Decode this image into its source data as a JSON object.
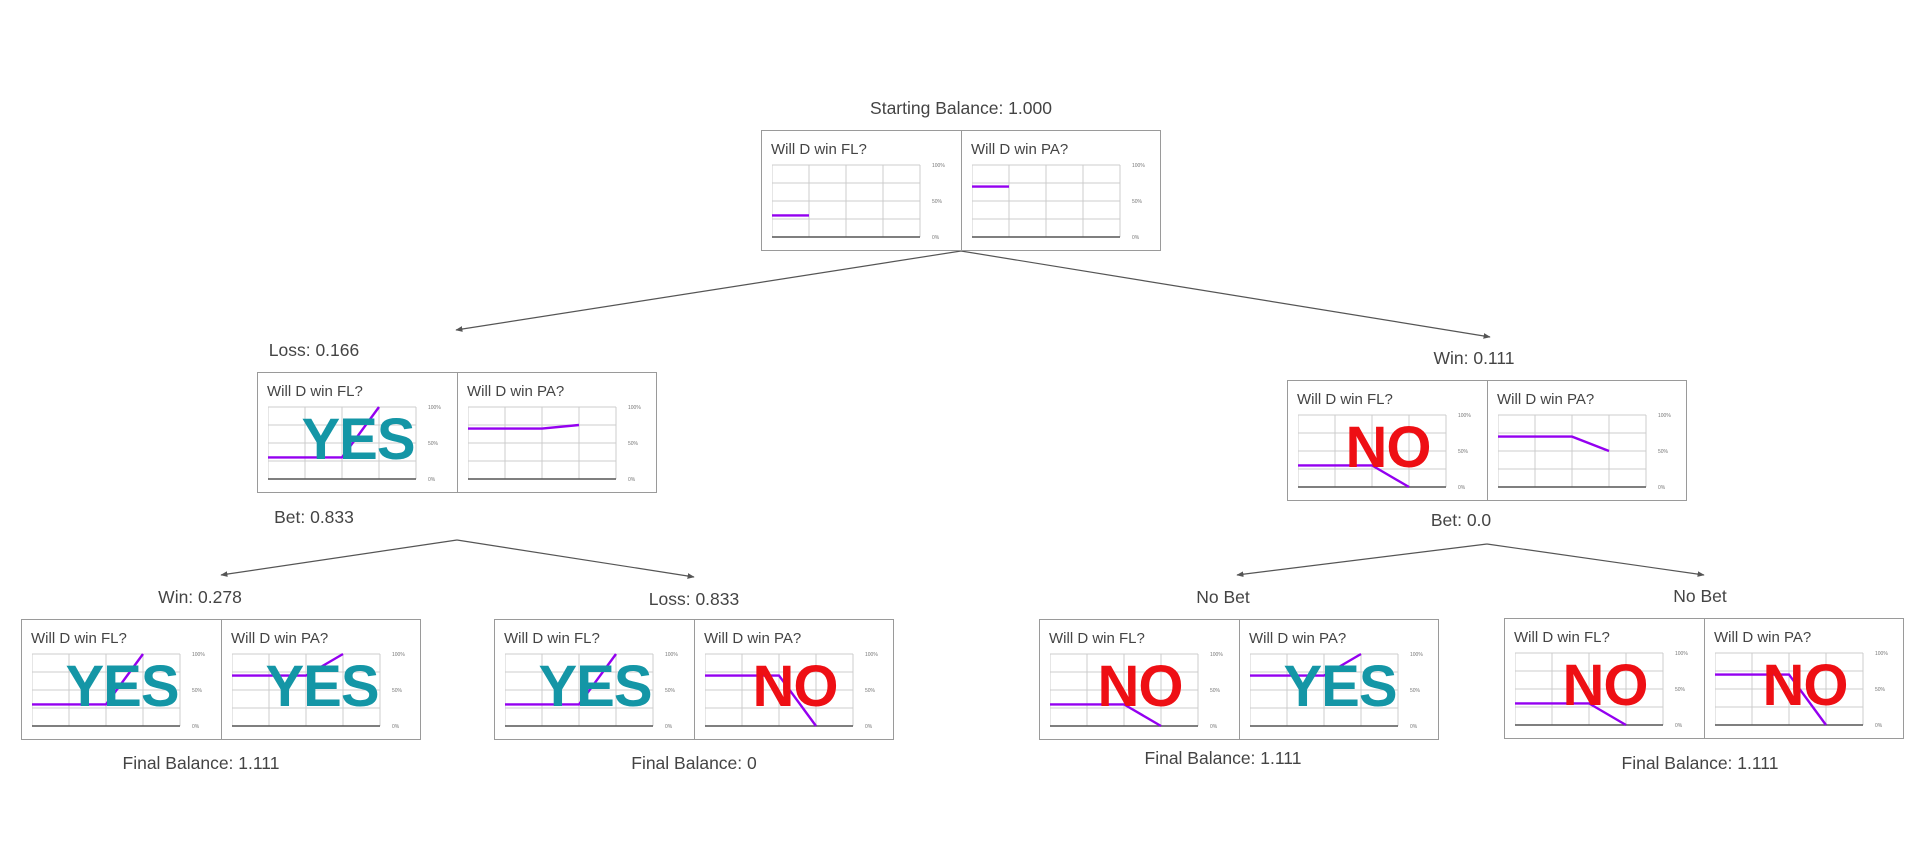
{
  "colors": {
    "line": "#9400f0",
    "grid": "#cccccc",
    "axis": "#555555",
    "yes": "#1496a6",
    "no": "#ee0f14",
    "edge": "#555555"
  },
  "tick_labels": [
    "100%",
    "50%",
    "0%"
  ],
  "nodes": [
    {
      "id": "root",
      "top_label": "Starting Balance: 1.000",
      "bottom_label": "",
      "markets": [
        {
          "title": "Will D win FL?",
          "outcome": "",
          "chart_data": {
            "type": "line",
            "x": [
              0,
              1,
              2
            ],
            "y": [
              0.3,
              0.3,
              null
            ],
            "ylim": [
              0,
              1
            ]
          }
        },
        {
          "title": "Will D win PA?",
          "outcome": "",
          "chart_data": {
            "type": "line",
            "x": [
              0,
              1,
              2
            ],
            "y": [
              0.7,
              0.7,
              null
            ],
            "ylim": [
              0,
              1
            ]
          }
        }
      ]
    },
    {
      "id": "left",
      "top_label": "Loss: 0.166",
      "bottom_label": "Bet: 0.833",
      "markets": [
        {
          "title": "Will D win FL?",
          "outcome": "YES",
          "chart_data": {
            "type": "line",
            "x": [
              0,
              1,
              2,
              3
            ],
            "y": [
              0.3,
              0.3,
              0.3,
              1.0
            ],
            "ylim": [
              0,
              1
            ]
          }
        },
        {
          "title": "Will D win PA?",
          "outcome": "",
          "chart_data": {
            "type": "line",
            "x": [
              0,
              1,
              2,
              3
            ],
            "y": [
              0.7,
              0.7,
              0.7,
              0.75
            ],
            "ylim": [
              0,
              1
            ]
          }
        }
      ]
    },
    {
      "id": "right",
      "top_label": "Win: 0.111",
      "bottom_label": "Bet: 0.0",
      "markets": [
        {
          "title": "Will D win FL?",
          "outcome": "NO",
          "chart_data": {
            "type": "line",
            "x": [
              0,
              1,
              2,
              3
            ],
            "y": [
              0.3,
              0.3,
              0.3,
              0.0
            ],
            "ylim": [
              0,
              1
            ]
          }
        },
        {
          "title": "Will D win PA?",
          "outcome": "",
          "chart_data": {
            "type": "line",
            "x": [
              0,
              1,
              2,
              3
            ],
            "y": [
              0.7,
              0.7,
              0.7,
              0.5
            ],
            "ylim": [
              0,
              1
            ]
          }
        }
      ]
    },
    {
      "id": "ll",
      "top_label": "Win: 0.278",
      "bottom_label": "Final Balance: 1.111",
      "markets": [
        {
          "title": "Will D win FL?",
          "outcome": "YES",
          "chart_data": {
            "type": "line",
            "x": [
              0,
              1,
              2,
              3
            ],
            "y": [
              0.3,
              0.3,
              0.3,
              1.0
            ],
            "ylim": [
              0,
              1
            ]
          }
        },
        {
          "title": "Will D win PA?",
          "outcome": "YES",
          "chart_data": {
            "type": "line",
            "x": [
              0,
              1,
              2,
              3
            ],
            "y": [
              0.7,
              0.7,
              0.7,
              1.0
            ],
            "ylim": [
              0,
              1
            ]
          }
        }
      ]
    },
    {
      "id": "lr",
      "top_label": "Loss: 0.833",
      "bottom_label": "Final Balance: 0",
      "markets": [
        {
          "title": "Will D win FL?",
          "outcome": "YES",
          "chart_data": {
            "type": "line",
            "x": [
              0,
              1,
              2,
              3
            ],
            "y": [
              0.3,
              0.3,
              0.3,
              1.0
            ],
            "ylim": [
              0,
              1
            ]
          }
        },
        {
          "title": "Will D win PA?",
          "outcome": "NO",
          "chart_data": {
            "type": "line",
            "x": [
              0,
              1,
              2,
              3
            ],
            "y": [
              0.7,
              0.7,
              0.7,
              0.0
            ],
            "ylim": [
              0,
              1
            ]
          }
        }
      ]
    },
    {
      "id": "rl",
      "top_label": "No Bet",
      "bottom_label": "Final Balance: 1.111",
      "markets": [
        {
          "title": "Will D win FL?",
          "outcome": "NO",
          "chart_data": {
            "type": "line",
            "x": [
              0,
              1,
              2,
              3
            ],
            "y": [
              0.3,
              0.3,
              0.3,
              0.0
            ],
            "ylim": [
              0,
              1
            ]
          }
        },
        {
          "title": "Will D win PA?",
          "outcome": "YES",
          "chart_data": {
            "type": "line",
            "x": [
              0,
              1,
              2,
              3
            ],
            "y": [
              0.7,
              0.7,
              0.7,
              1.0
            ],
            "ylim": [
              0,
              1
            ]
          }
        }
      ]
    },
    {
      "id": "rr",
      "top_label": "No Bet",
      "bottom_label": "Final Balance: 1.111",
      "markets": [
        {
          "title": "Will D win FL?",
          "outcome": "NO",
          "chart_data": {
            "type": "line",
            "x": [
              0,
              1,
              2,
              3
            ],
            "y": [
              0.3,
              0.3,
              0.3,
              0.0
            ],
            "ylim": [
              0,
              1
            ]
          }
        },
        {
          "title": "Will D win PA?",
          "outcome": "NO",
          "chart_data": {
            "type": "line",
            "x": [
              0,
              1,
              2,
              3
            ],
            "y": [
              0.7,
              0.7,
              0.7,
              0.0
            ],
            "ylim": [
              0,
              1
            ]
          }
        }
      ]
    }
  ]
}
